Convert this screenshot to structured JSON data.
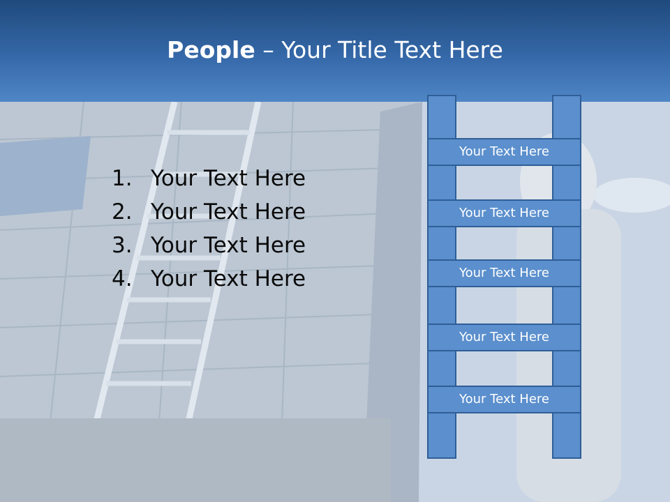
{
  "title": {
    "bold": "People",
    "separator": " – ",
    "rest": "Your Title Text Here"
  },
  "list": [
    {
      "num": "1.",
      "text": "Your Text Here"
    },
    {
      "num": "2.",
      "text": "Your Text Here"
    },
    {
      "num": "3.",
      "text": "Your Text Here"
    },
    {
      "num": "4.",
      "text": "Your Text Here"
    }
  ],
  "ladder": [
    "Your Text Here",
    "Your Text Here",
    "Your Text Here",
    "Your Text Here",
    "Your Text Here"
  ]
}
